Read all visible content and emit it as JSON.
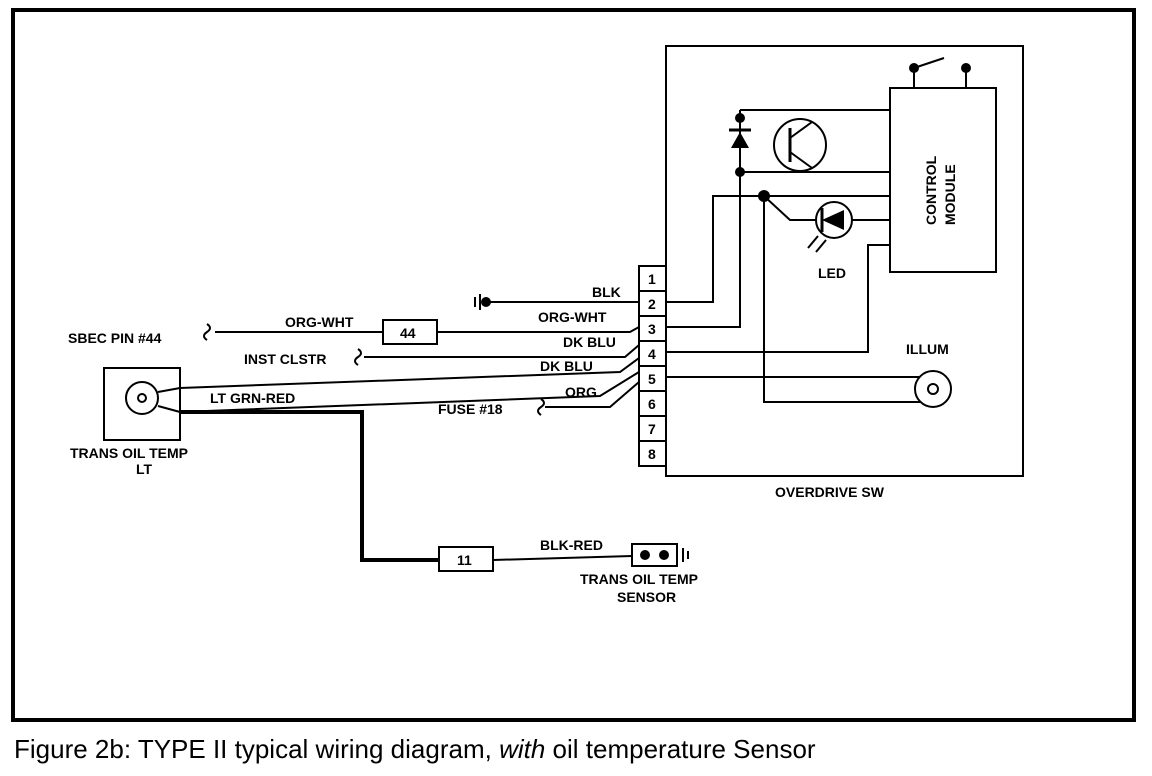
{
  "connector": {
    "pins": [
      "1",
      "2",
      "3",
      "4",
      "5",
      "6",
      "7",
      "8"
    ]
  },
  "wires": {
    "blk": "BLK",
    "org_wht_right": "ORG-WHT",
    "org_wht_left": "ORG-WHT",
    "dk_blu_3": "DK BLU",
    "dk_blu_4": "DK BLU",
    "org": "ORG",
    "lt_grn_red": "LT GRN-RED",
    "blk_red": "BLK-RED"
  },
  "splices": {
    "s44": "44",
    "s11": "11"
  },
  "labels": {
    "sbec": "SBEC PIN #44",
    "inst_clstr": "INST CLSTR",
    "fuse": "FUSE #18",
    "trans_lamp_line1": "TRANS OIL TEMP",
    "trans_lamp_line2": "LT",
    "sensor_line1": "TRANS OIL TEMP",
    "sensor_line2": "SENSOR",
    "overdrive": "OVERDRIVE SW",
    "control_line1": "CONTROL",
    "control_line2": "MODULE",
    "led": "LED",
    "illum": "ILLUM"
  },
  "caption": {
    "prefix": "Figure 2b: TYPE II typical wiring diagram, ",
    "emph": "with",
    "suffix": " oil temperature Sensor"
  }
}
